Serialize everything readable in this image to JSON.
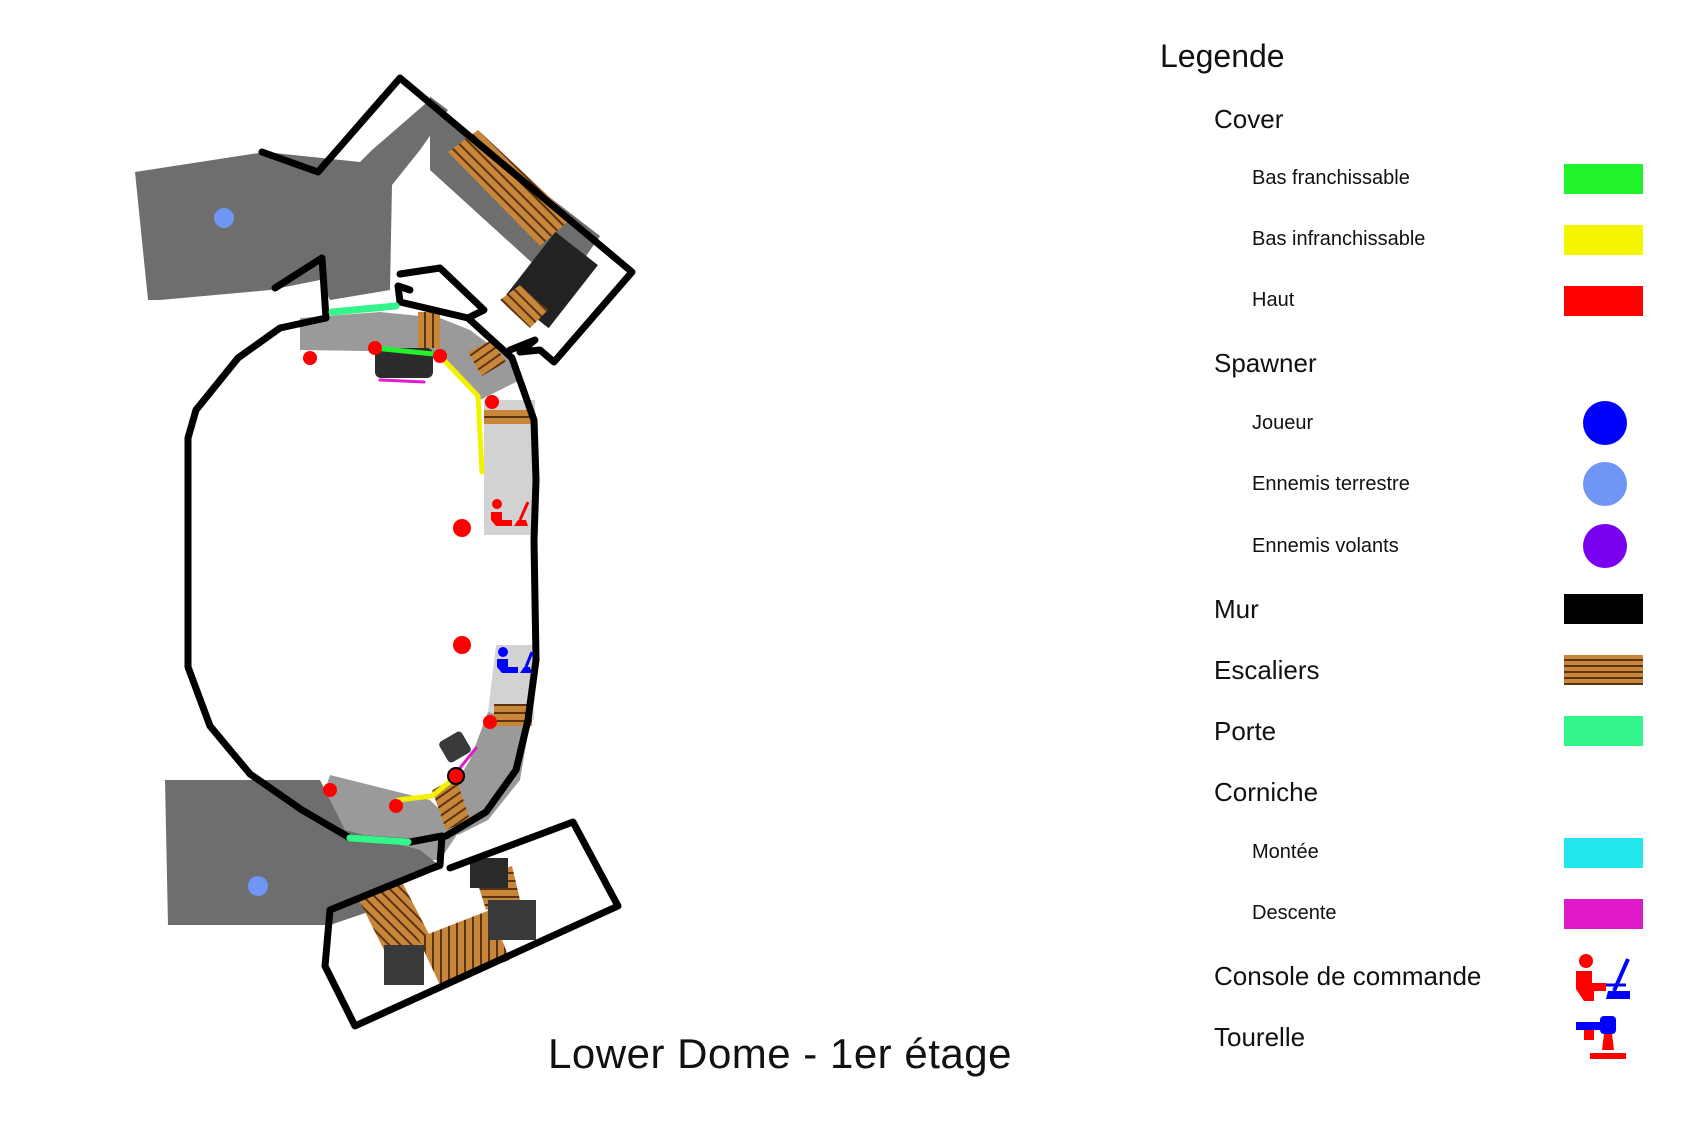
{
  "map": {
    "title": "Lower Dome - 1er étage",
    "colors": {
      "wall": "#000000",
      "floor_dark": "#6e6e6e",
      "floor_mid": "#9a9a9a",
      "floor_light": "#d2d2d2",
      "stairs": "#c8863a",
      "stairs_line": "#5a3410",
      "door": "#34f58a",
      "cover_low_crossable": "#22f22b",
      "cover_low_blocking": "#f2f200",
      "ledge_down": "#e01ad0",
      "enemy_ground": "#6f95f5",
      "enemy_point": "#ff0000",
      "console_red": "#ff0000",
      "console_blue": "#0000ff"
    }
  },
  "legend": {
    "title": "Legende",
    "items": [
      {
        "label": "Cover",
        "level": 1,
        "kind": "none"
      },
      {
        "label": "Bas franchissable",
        "level": 2,
        "kind": "swatch",
        "color": "#22f22b"
      },
      {
        "label": "Bas infranchissable",
        "level": 2,
        "kind": "swatch",
        "color": "#f5f500"
      },
      {
        "label": "Haut",
        "level": 2,
        "kind": "swatch",
        "color": "#ff0000"
      },
      {
        "label": "Spawner",
        "level": 1,
        "kind": "none"
      },
      {
        "label": "Joueur",
        "level": 2,
        "kind": "dot",
        "color": "#0000ff"
      },
      {
        "label": "Ennemis terrestre",
        "level": 2,
        "kind": "dot",
        "color": "#6f95f5"
      },
      {
        "label": "Ennemis volants",
        "level": 2,
        "kind": "dot",
        "color": "#7a00f0"
      },
      {
        "label": "Mur",
        "level": 1,
        "kind": "swatch",
        "color": "#000000"
      },
      {
        "label": "Escaliers",
        "level": 1,
        "kind": "stairs",
        "color": "#c8863a"
      },
      {
        "label": "Porte",
        "level": 1,
        "kind": "swatch",
        "color": "#34f58a"
      },
      {
        "label": "Corniche",
        "level": 1,
        "kind": "none"
      },
      {
        "label": "Montée",
        "level": 2,
        "kind": "swatch",
        "color": "#22e8ec"
      },
      {
        "label": "Descente",
        "level": 2,
        "kind": "swatch",
        "color": "#e01ac8"
      },
      {
        "label": "Console de commande",
        "level": 1,
        "kind": "console-icon"
      },
      {
        "label": "Tourelle",
        "level": 1,
        "kind": "turret-icon"
      }
    ]
  }
}
